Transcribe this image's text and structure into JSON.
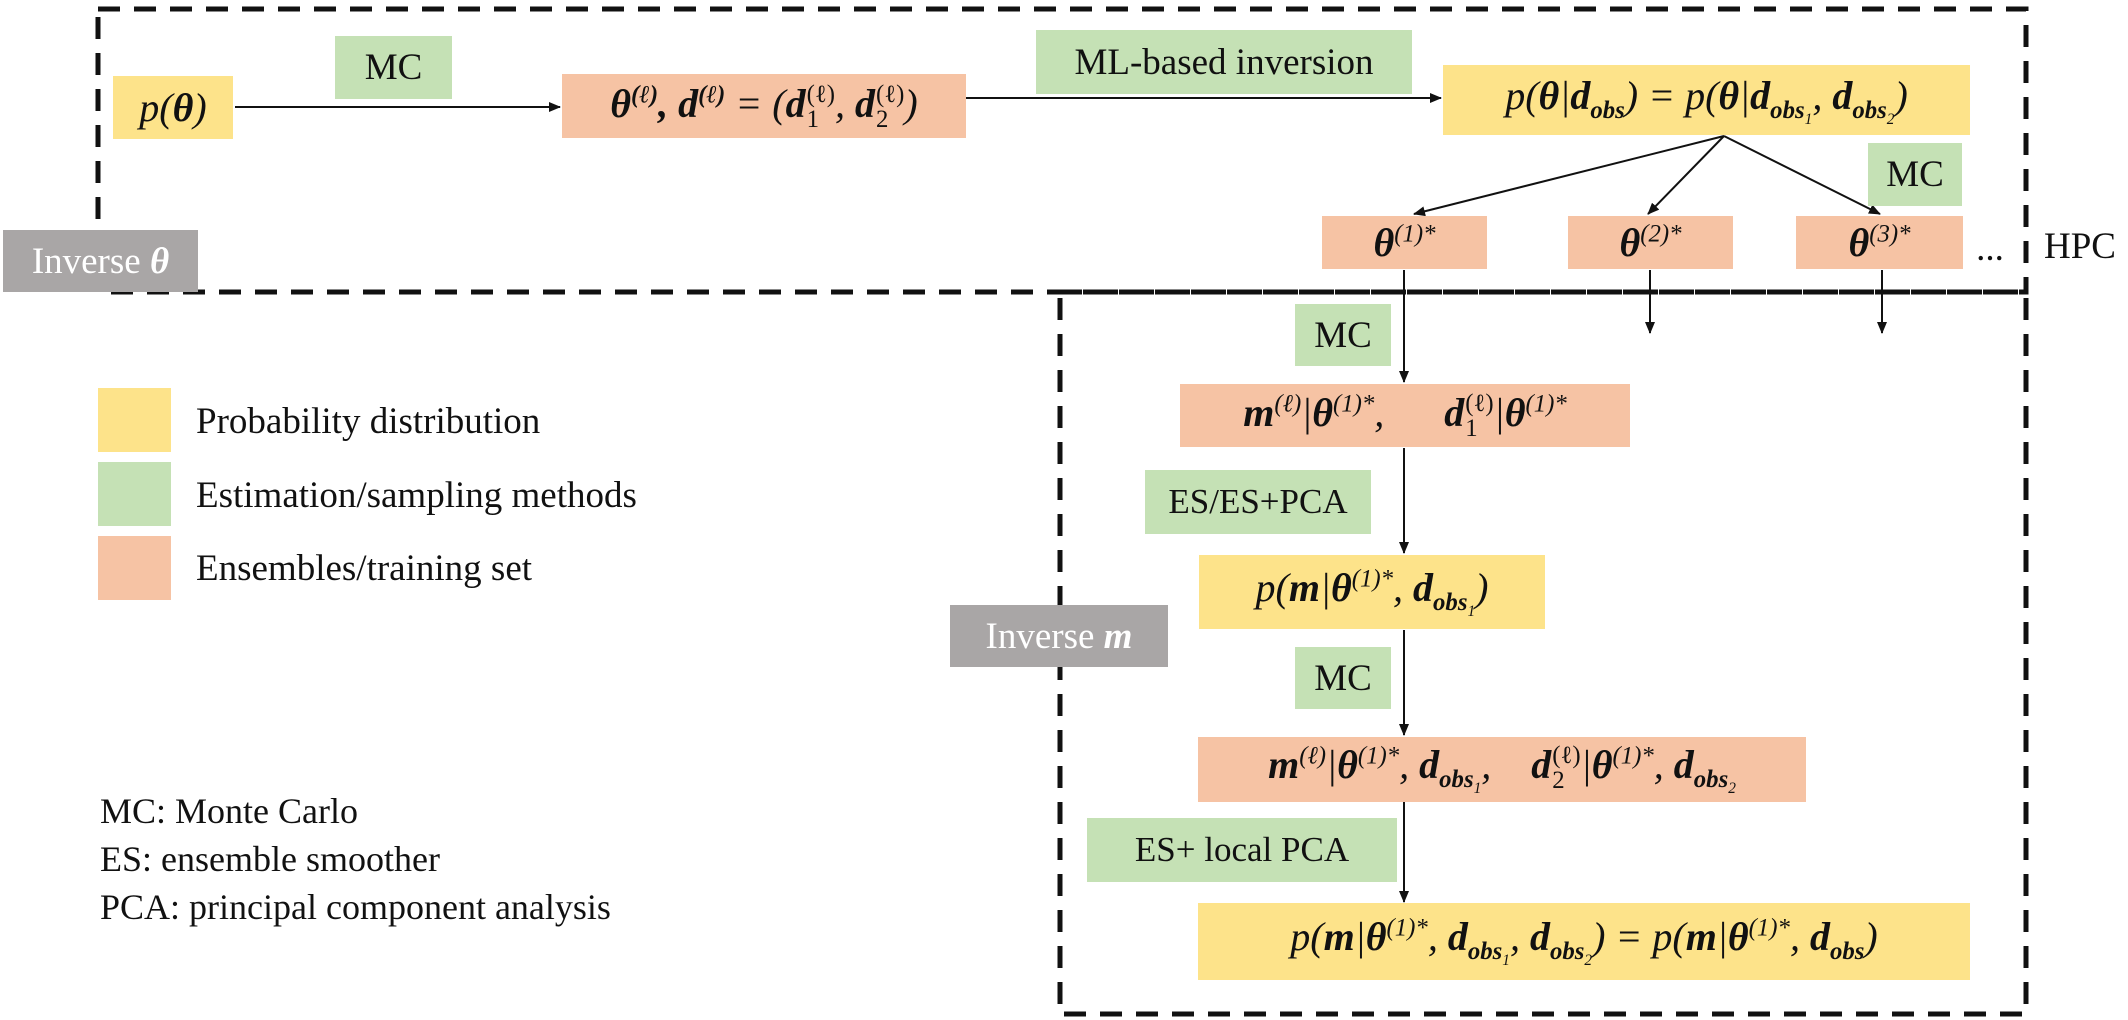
{
  "labels": {
    "mc": "MC",
    "ml_inversion": "ML-based inversion",
    "es_pca": "ES/ES+PCA",
    "es_local_pca": "ES+ local PCA",
    "inverse_theta": "Inverse ",
    "inverse_m": "Inverse ",
    "hpc": "HPC",
    "ellipsis": "..."
  },
  "legend": [
    {
      "label": "Probability distribution",
      "color": "#fde38a"
    },
    {
      "label": "Estimation/sampling methods",
      "color": "#c5e1b5"
    },
    {
      "label": "Ensembles/training set",
      "color": "#f6c3a4"
    }
  ],
  "notes": [
    "MC: Monte Carlo",
    "ES: ensemble smoother",
    "PCA: principal component analysis"
  ],
  "colors": {
    "probability": "#fde38a",
    "estimation": "#c5e1b5",
    "ensemble": "#f6c3a4",
    "label_box": "#a9a6a6"
  },
  "math": {
    "p_theta": "p(θ)",
    "theta_ens": "θ^(ℓ), d^(ℓ) = (d_1^(ℓ), d_2^(ℓ))",
    "posterior_theta": "p(θ|d_obs) = p(θ|d_obs1, d_obs2)",
    "theta1": "θ^(1)*",
    "theta2": "θ^(2)*",
    "theta3": "θ^(3)*",
    "m_ens1": "m^(ℓ)|θ^(1)*,  d_1^(ℓ)|θ^(1)*",
    "posterior_m1": "p(m|θ^(1)*, d_obs1)",
    "m_ens2": "m^(ℓ)|θ^(1)*, d_obs1,  d_2^(ℓ)|θ^(1)*, d_obs2",
    "posterior_m_final": "p(m|θ^(1)*, d_obs1, d_obs2) = p(m|θ^(1)*, d_obs)"
  }
}
